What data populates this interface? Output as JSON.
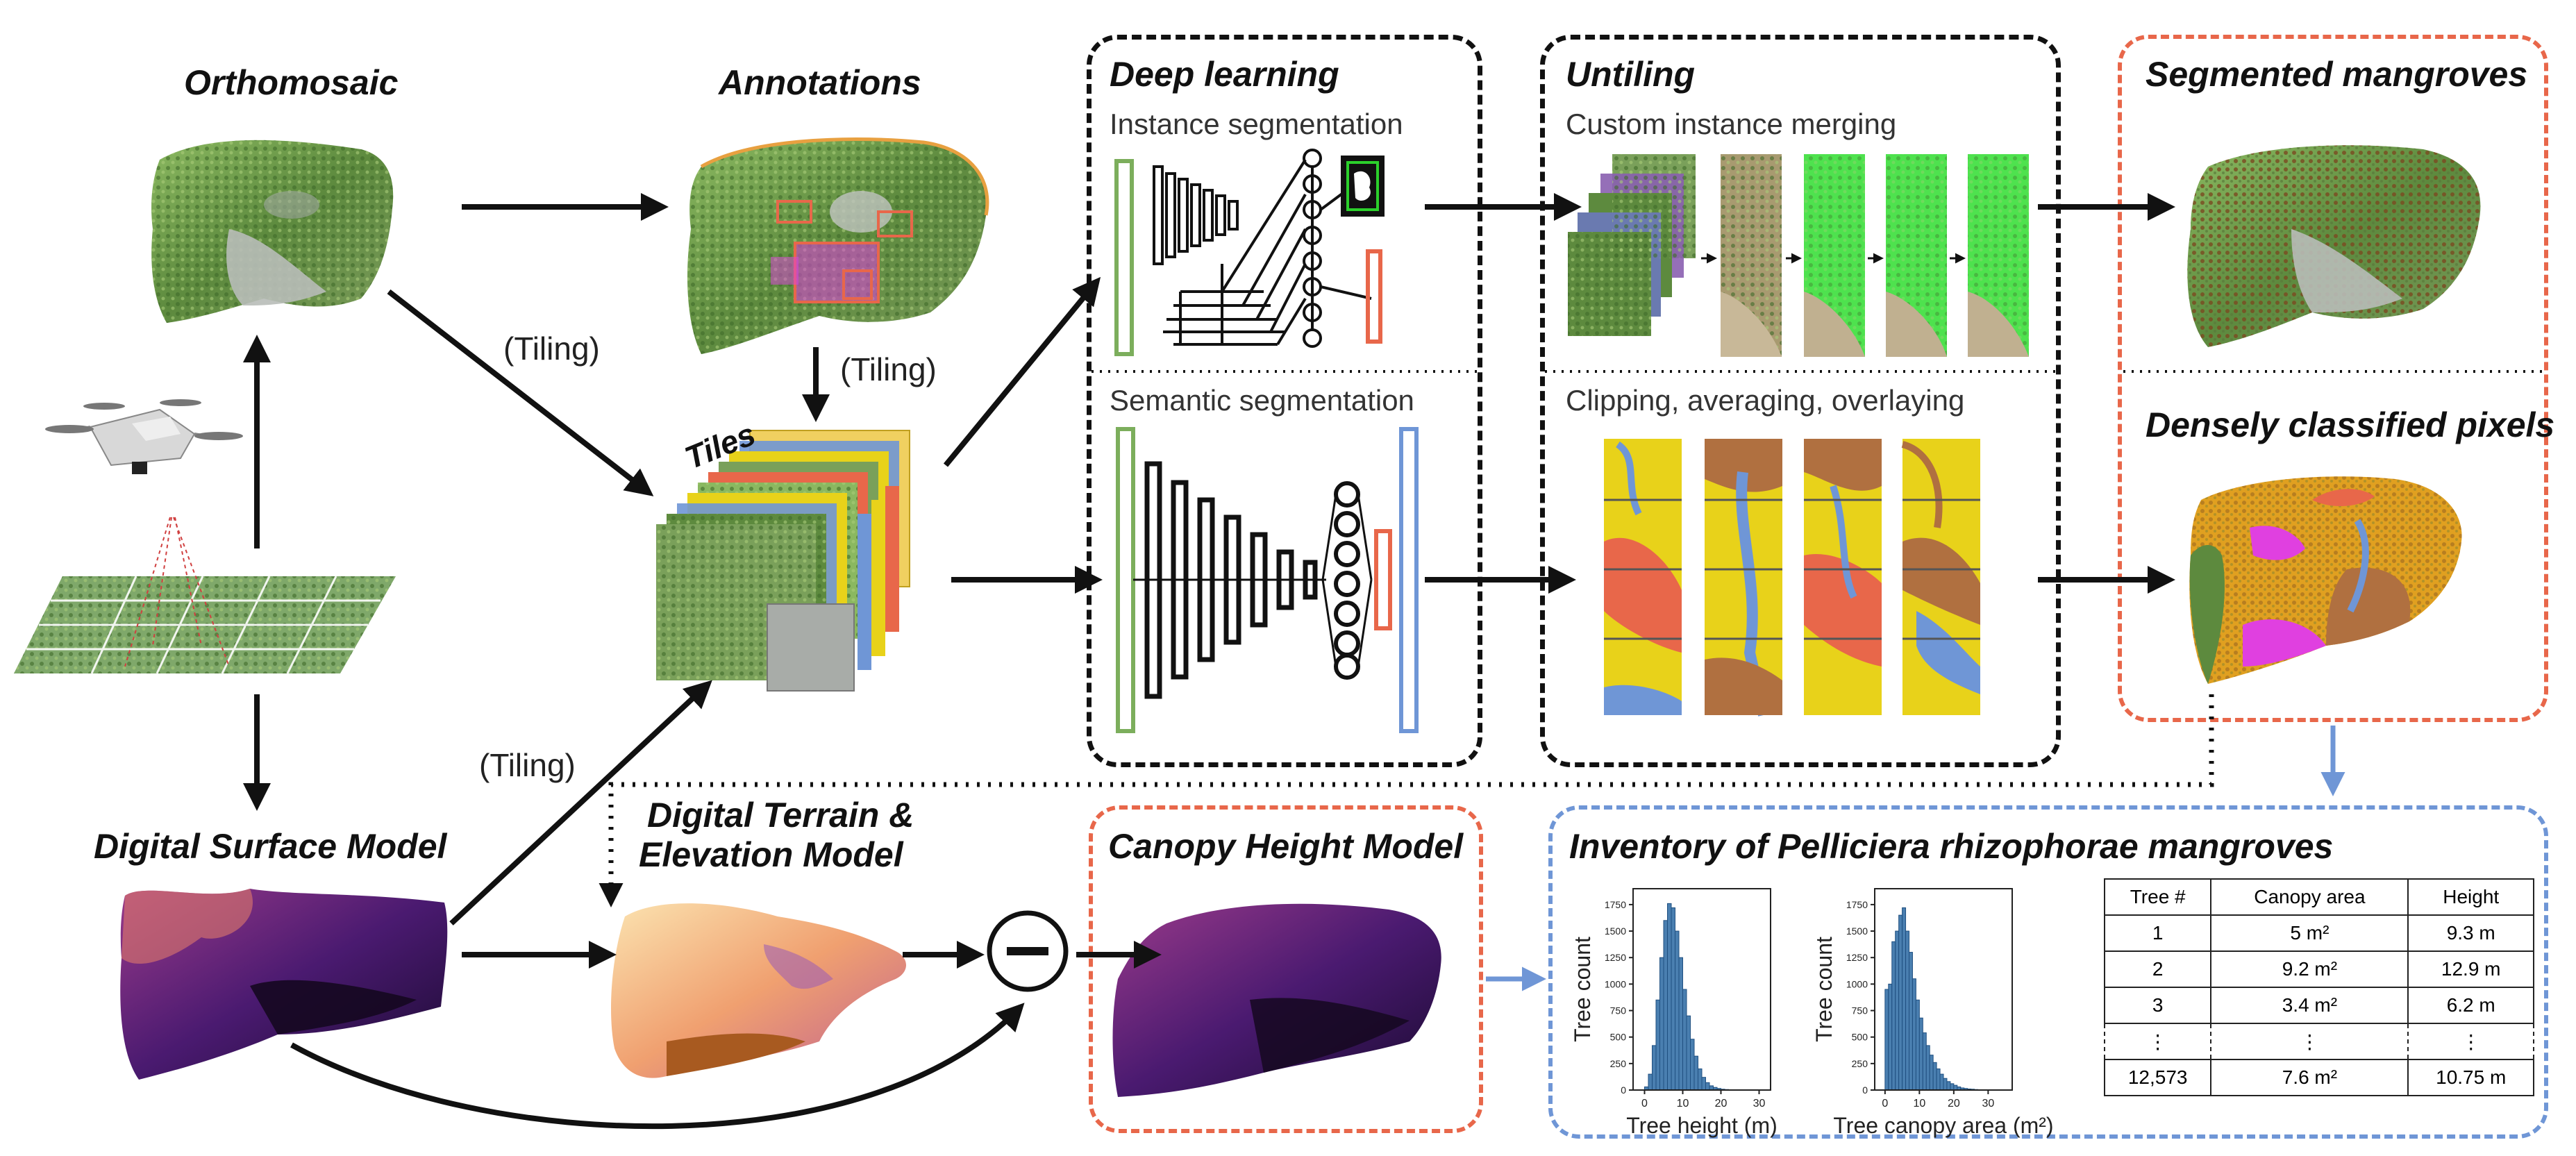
{
  "titles": {
    "orthomosaic": "Orthomosaic",
    "annotations": "Annotations",
    "tiles": "Tiles",
    "dsm": "Digital Surface Model",
    "dtm_line1": "Digital Terrain &",
    "dtm_line2": "Elevation Model",
    "chm": "Canopy Height Model",
    "deep_learning": "Deep learning",
    "untiling": "Untiling",
    "segmented": "Segmented mangroves",
    "dense": "Densely classified pixels",
    "inventory": "Inventory of Pelliciera rhizophorae mangroves"
  },
  "subtitles": {
    "instance": "Instance segmentation",
    "semantic": "Semantic segmentation",
    "merging": "Custom instance merging",
    "clipping": "Clipping, averaging, overlaying"
  },
  "tiling_labels": [
    "(Tiling)",
    "(Tiling)",
    "(Tiling)"
  ],
  "colors": {
    "orange": "#e8674a",
    "blue": "#6f96d6",
    "green": "#7cae5c",
    "magma_dark": "#2a0f4a",
    "magma_mid": "#8a2f7a",
    "magma_light": "#f0b070",
    "class_yellow": "#e8d21a",
    "class_orange": "#e8674a",
    "class_blue": "#6f96d6",
    "class_brown": "#b07040",
    "class_magenta": "#e040e0",
    "instance_green": "#4ee24e"
  },
  "icons": [
    "drone-icon",
    "minus-circle-icon"
  ],
  "table": {
    "headers": [
      "Tree #",
      "Canopy area",
      "Height"
    ],
    "rows": [
      {
        "id": "1",
        "area": "5 m²",
        "height": "9.3 m"
      },
      {
        "id": "2",
        "area": "9.2 m²",
        "height": "12.9 m"
      },
      {
        "id": "3",
        "area": "3.4 m²",
        "height": "6.2 m"
      }
    ],
    "dots": [
      "⋮",
      "⋮",
      "⋮"
    ],
    "last": {
      "id": "12,573",
      "area": "7.6 m²",
      "height": "10.75 m"
    }
  },
  "chart_data": [
    {
      "type": "bar",
      "xlabel": "Tree height (m)",
      "ylabel": "Tree count",
      "xlim": [
        -3,
        33
      ],
      "ylim": [
        0,
        1900
      ],
      "xticks": [
        0,
        10,
        20,
        30
      ],
      "yticks": [
        0,
        250,
        500,
        750,
        1000,
        1250,
        1500,
        1750
      ],
      "bin_width": 1,
      "x": [
        0,
        1,
        2,
        3,
        4,
        5,
        6,
        7,
        8,
        9,
        10,
        11,
        12,
        13,
        14,
        15,
        16,
        17,
        18,
        19,
        20,
        21,
        22
      ],
      "values": [
        30,
        150,
        420,
        850,
        1250,
        1600,
        1760,
        1720,
        1500,
        1250,
        950,
        700,
        480,
        320,
        200,
        120,
        70,
        40,
        25,
        15,
        8,
        5,
        3
      ]
    },
    {
      "type": "bar",
      "xlabel": "Tree canopy area (m²)",
      "ylabel": "Tree count",
      "xlim": [
        -3,
        37
      ],
      "ylim": [
        0,
        1900
      ],
      "xticks": [
        0,
        10,
        20,
        30
      ],
      "yticks": [
        0,
        250,
        500,
        750,
        1000,
        1250,
        1500,
        1750
      ],
      "bin_width": 1,
      "x": [
        0,
        1,
        2,
        3,
        4,
        5,
        6,
        7,
        8,
        9,
        10,
        11,
        12,
        13,
        14,
        15,
        16,
        17,
        18,
        19,
        20,
        21,
        22,
        23,
        24,
        25,
        26,
        27,
        28
      ],
      "values": [
        950,
        1000,
        1400,
        1500,
        1650,
        1720,
        1500,
        1300,
        1050,
        850,
        680,
        540,
        420,
        330,
        260,
        200,
        150,
        110,
        80,
        60,
        45,
        30,
        20,
        15,
        10,
        8,
        5,
        3,
        2
      ]
    }
  ]
}
